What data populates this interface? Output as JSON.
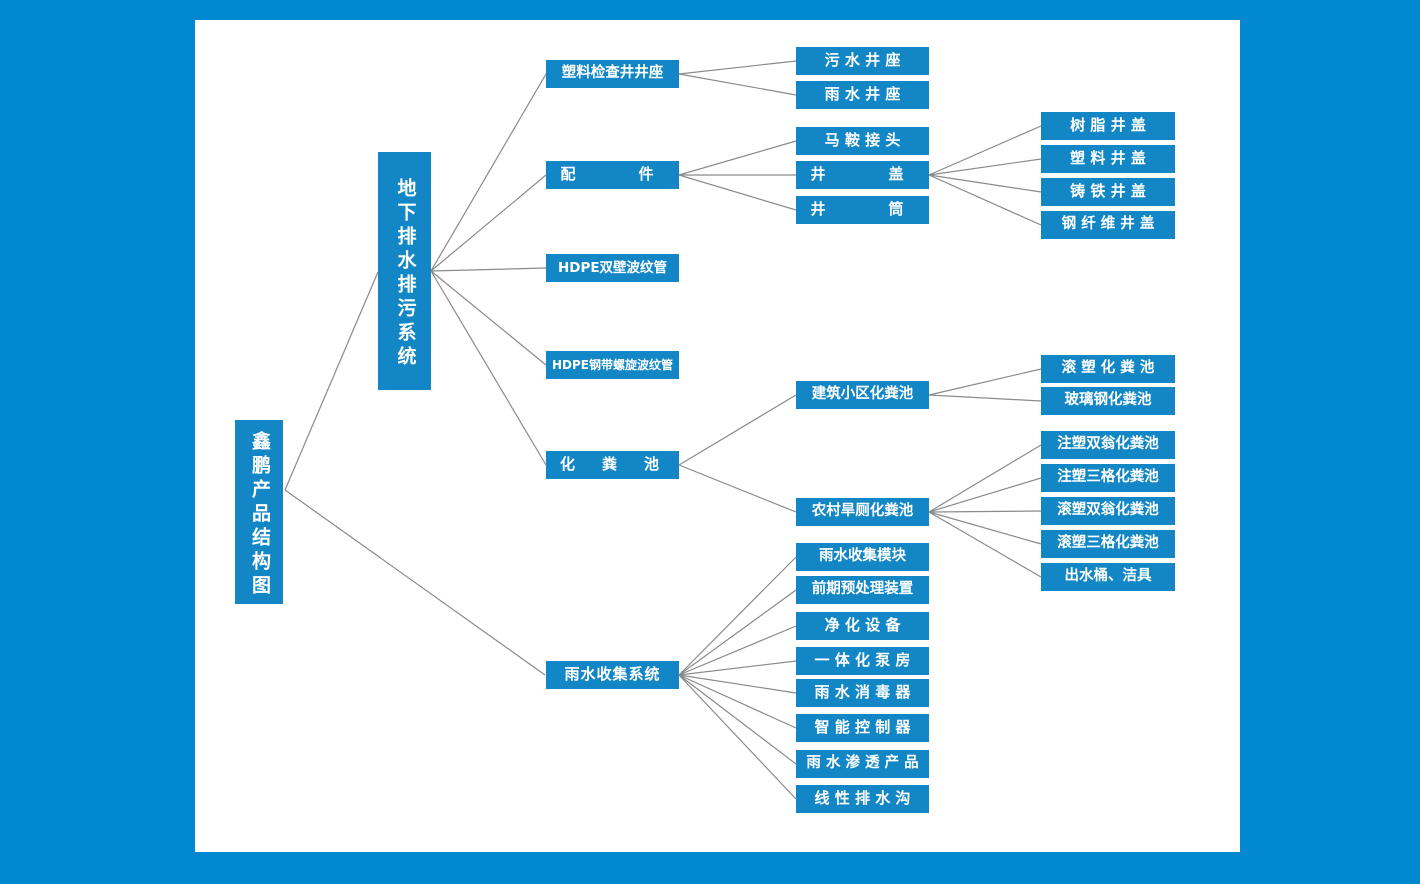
{
  "page": {
    "background_color": "#0089cf",
    "canvas_color": "#ffffff",
    "node_color": "#1387c6",
    "node_text_color": "#ffffff",
    "edge_color": "#808080"
  },
  "diagram": {
    "type": "tree",
    "orientation": "left-to-right",
    "root": {
      "id": "root",
      "label": "鑫鹏产品结构图",
      "orientation": "vertical"
    },
    "level1": [
      {
        "id": "l1-0",
        "label": "地下排水排污系统",
        "orientation": "vertical"
      },
      {
        "id": "l1-1",
        "label": "雨水收集系统",
        "orientation": "horizontal"
      }
    ],
    "level2": [
      {
        "id": "l2-0",
        "label": "塑料检查井井座",
        "parent": "l1-0"
      },
      {
        "id": "l2-1",
        "label": "配　　件",
        "parent": "l1-0"
      },
      {
        "id": "l2-2",
        "label": "HDPE双壁波纹管",
        "parent": "l1-0"
      },
      {
        "id": "l2-3",
        "label": "HDPE钢带螺旋波纹管",
        "parent": "l1-0"
      },
      {
        "id": "l2-4",
        "label": "化　粪　池",
        "parent": "l1-0"
      }
    ],
    "level3": [
      {
        "id": "l3-0",
        "label": "污 水 井 座",
        "parent": "l2-0"
      },
      {
        "id": "l3-1",
        "label": "雨 水 井 座",
        "parent": "l2-0"
      },
      {
        "id": "l3-2",
        "label": "马 鞍 接 头",
        "parent": "l2-1"
      },
      {
        "id": "l3-3",
        "label": "井　　盖",
        "parent": "l2-1"
      },
      {
        "id": "l3-4",
        "label": "井　　筒",
        "parent": "l2-1"
      },
      {
        "id": "l3-5",
        "label": "建筑小区化粪池",
        "parent": "l2-4"
      },
      {
        "id": "l3-6",
        "label": "农村旱厕化粪池",
        "parent": "l2-4"
      }
    ],
    "level4": [
      {
        "id": "l4-0",
        "label": "树 脂 井 盖",
        "parent": "l3-3"
      },
      {
        "id": "l4-1",
        "label": "塑 料 井 盖",
        "parent": "l3-3"
      },
      {
        "id": "l4-2",
        "label": "铸 铁 井 盖",
        "parent": "l3-3"
      },
      {
        "id": "l4-3",
        "label": "钢 纤 维 井 盖",
        "parent": "l3-3"
      },
      {
        "id": "l4-4",
        "label": "滚 塑 化 粪 池",
        "parent": "l3-5"
      },
      {
        "id": "l4-5",
        "label": "玻璃钢化粪池",
        "parent": "l3-5"
      },
      {
        "id": "l4-6",
        "label": "注塑双翁化粪池",
        "parent": "l3-6"
      },
      {
        "id": "l4-7",
        "label": "注塑三格化粪池",
        "parent": "l3-6"
      },
      {
        "id": "l4-8",
        "label": "滚塑双翁化粪池",
        "parent": "l3-6"
      },
      {
        "id": "l4-9",
        "label": "滚塑三格化粪池",
        "parent": "l3-6"
      },
      {
        "id": "l4-10",
        "label": "出水桶、洁具",
        "parent": "l3-6"
      }
    ],
    "rainwater_children": [
      {
        "id": "rw-0",
        "label": "雨水收集模块",
        "parent": "l1-1"
      },
      {
        "id": "rw-1",
        "label": "前期预处理装置",
        "parent": "l1-1"
      },
      {
        "id": "rw-2",
        "label": "净 化 设 备",
        "parent": "l1-1"
      },
      {
        "id": "rw-3",
        "label": "一 体 化 泵 房",
        "parent": "l1-1"
      },
      {
        "id": "rw-4",
        "label": "雨 水 消 毒 器",
        "parent": "l1-1"
      },
      {
        "id": "rw-5",
        "label": "智 能 控 制 器",
        "parent": "l1-1"
      },
      {
        "id": "rw-6",
        "label": "雨 水 渗 透 产 品",
        "parent": "l1-1"
      },
      {
        "id": "rw-7",
        "label": "线 性 排 水 沟",
        "parent": "l1-1"
      }
    ]
  }
}
